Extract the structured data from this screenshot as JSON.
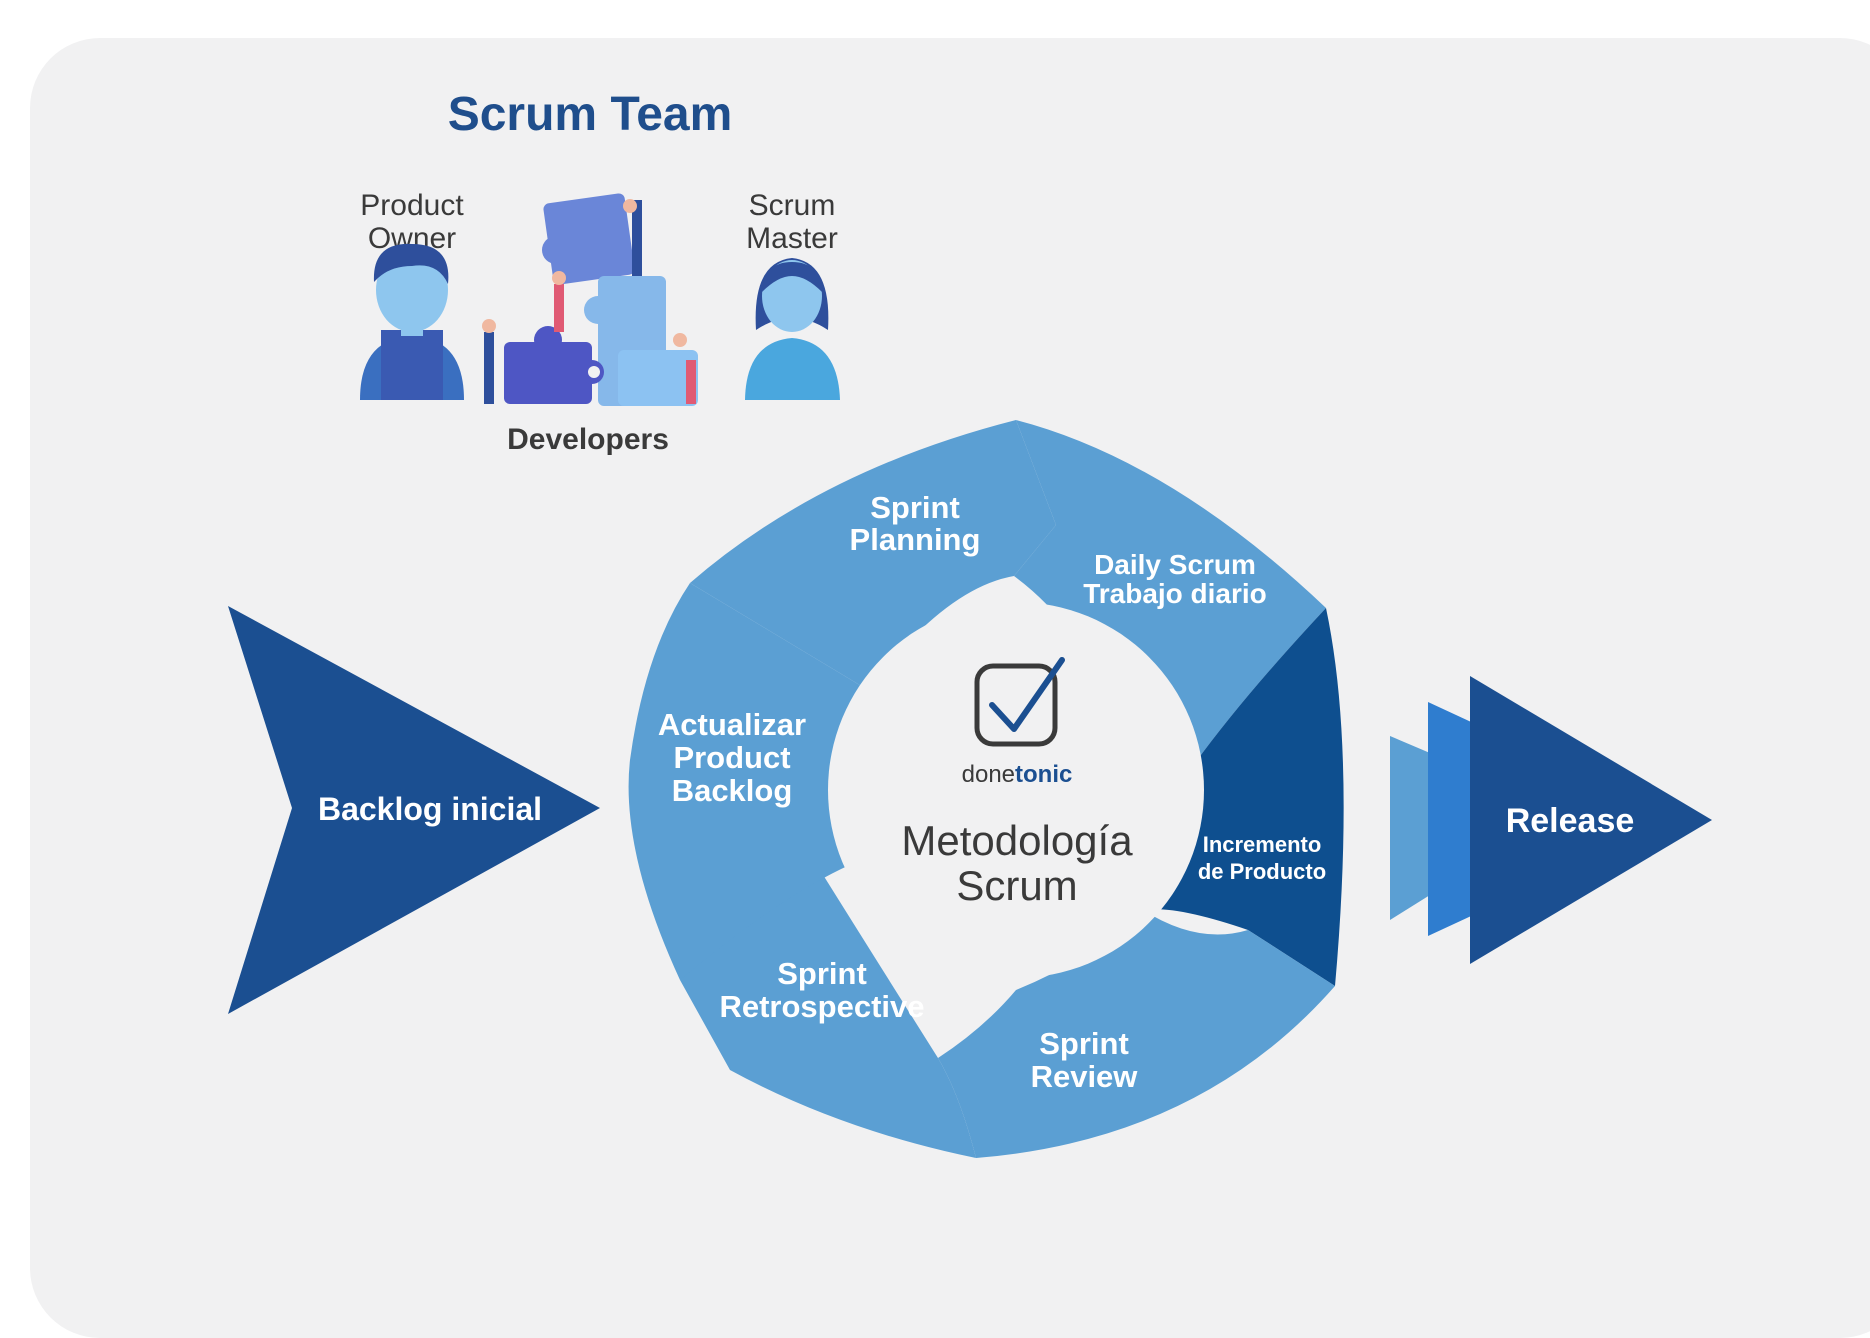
{
  "team": {
    "title": "Scrum Team",
    "product_owner": [
      "Product",
      "Owner"
    ],
    "scrum_master": [
      "Scrum",
      "Master"
    ],
    "developers": "Developers"
  },
  "flow": {
    "backlog": "Backlog inicial",
    "release": "Release"
  },
  "cycle": {
    "planning": [
      "Sprint",
      "Planning"
    ],
    "daily": [
      "Daily Scrum",
      "Trabajo diario"
    ],
    "increment": [
      "Incremento",
      "de Producto"
    ],
    "review": [
      "Sprint",
      "Review"
    ],
    "retrospective": [
      "Sprint",
      "Retrospective"
    ],
    "update_backlog": [
      "Actualizar",
      "Product",
      "Backlog"
    ]
  },
  "center": {
    "logo_text_a": "done",
    "logo_text_b": "tonic",
    "title": [
      "Metodología",
      "Scrum"
    ]
  },
  "colors": {
    "dark_blue": "#1b4f91",
    "segment_blue": "#5b9fd3",
    "increment_blue": "#0e4f8f",
    "title_blue": "#1f4e8c"
  }
}
